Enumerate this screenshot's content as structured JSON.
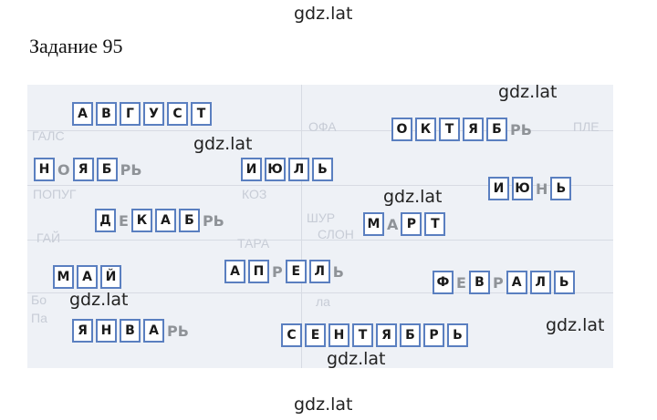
{
  "watermark": "gdz.lat",
  "title": "Задание 95",
  "background_text": [
    "ГАЛС",
    "ОФА",
    "ПОПУГ",
    "КОЗ",
    "ГАЙ",
    "ТАРА",
    "СЛОН",
    "ШУР",
    "ПЛЕ",
    "Бо",
    "Па",
    "ла"
  ],
  "words": [
    {
      "letters": [
        {
          "ch": "А",
          "b": true
        },
        {
          "ch": "В",
          "b": true
        },
        {
          "ch": "Г",
          "b": true
        },
        {
          "ch": "У",
          "b": true
        },
        {
          "ch": "С",
          "b": true
        },
        {
          "ch": "Т",
          "b": true
        }
      ]
    },
    {
      "letters": [
        {
          "ch": "О",
          "b": true
        },
        {
          "ch": "К",
          "b": true
        },
        {
          "ch": "Т",
          "b": true
        },
        {
          "ch": "Я",
          "b": true
        },
        {
          "ch": "Б",
          "b": true
        },
        {
          "ch": "РЬ",
          "b": false
        }
      ]
    },
    {
      "letters": [
        {
          "ch": "Н",
          "b": true
        },
        {
          "ch": "О",
          "b": false
        },
        {
          "ch": "Я",
          "b": true
        },
        {
          "ch": "Б",
          "b": true
        },
        {
          "ch": "РЬ",
          "b": false
        }
      ]
    },
    {
      "letters": [
        {
          "ch": "И",
          "b": true
        },
        {
          "ch": "Ю",
          "b": true
        },
        {
          "ch": "Л",
          "b": true
        },
        {
          "ch": "Ь",
          "b": true
        }
      ]
    },
    {
      "letters": [
        {
          "ch": "И",
          "b": true
        },
        {
          "ch": "Ю",
          "b": true
        },
        {
          "ch": "Н",
          "b": false
        },
        {
          "ch": "Ь",
          "b": true
        }
      ]
    },
    {
      "letters": [
        {
          "ch": "Д",
          "b": true
        },
        {
          "ch": "Е",
          "b": false
        },
        {
          "ch": "К",
          "b": true
        },
        {
          "ch": "А",
          "b": true
        },
        {
          "ch": "Б",
          "b": true
        },
        {
          "ch": "РЬ",
          "b": false
        }
      ]
    },
    {
      "letters": [
        {
          "ch": "М",
          "b": true
        },
        {
          "ch": "А",
          "b": false
        },
        {
          "ch": "Р",
          "b": true
        },
        {
          "ch": "Т",
          "b": true
        }
      ]
    },
    {
      "letters": [
        {
          "ch": "М",
          "b": true
        },
        {
          "ch": "А",
          "b": true
        },
        {
          "ch": "Й",
          "b": true
        }
      ]
    },
    {
      "letters": [
        {
          "ch": "А",
          "b": true
        },
        {
          "ch": "П",
          "b": true
        },
        {
          "ch": "Р",
          "b": false
        },
        {
          "ch": "Е",
          "b": true
        },
        {
          "ch": "Л",
          "b": true
        },
        {
          "ch": "Ь",
          "b": false
        }
      ]
    },
    {
      "letters": [
        {
          "ch": "Ф",
          "b": true
        },
        {
          "ch": "Е",
          "b": false
        },
        {
          "ch": "В",
          "b": true
        },
        {
          "ch": "Р",
          "b": false
        },
        {
          "ch": "А",
          "b": true
        },
        {
          "ch": "Л",
          "b": true
        },
        {
          "ch": "Ь",
          "b": true
        }
      ]
    },
    {
      "letters": [
        {
          "ch": "Я",
          "b": true
        },
        {
          "ch": "Н",
          "b": true
        },
        {
          "ch": "В",
          "b": true
        },
        {
          "ch": "А",
          "b": true
        },
        {
          "ch": "РЬ",
          "b": false
        }
      ]
    },
    {
      "letters": [
        {
          "ch": "С",
          "b": true
        },
        {
          "ch": "Е",
          "b": true
        },
        {
          "ch": "Н",
          "b": true
        },
        {
          "ch": "Т",
          "b": true
        },
        {
          "ch": "Я",
          "b": true
        },
        {
          "ch": "Б",
          "b": true
        },
        {
          "ch": "Р",
          "b": true
        },
        {
          "ch": "Ь",
          "b": true
        }
      ]
    }
  ]
}
